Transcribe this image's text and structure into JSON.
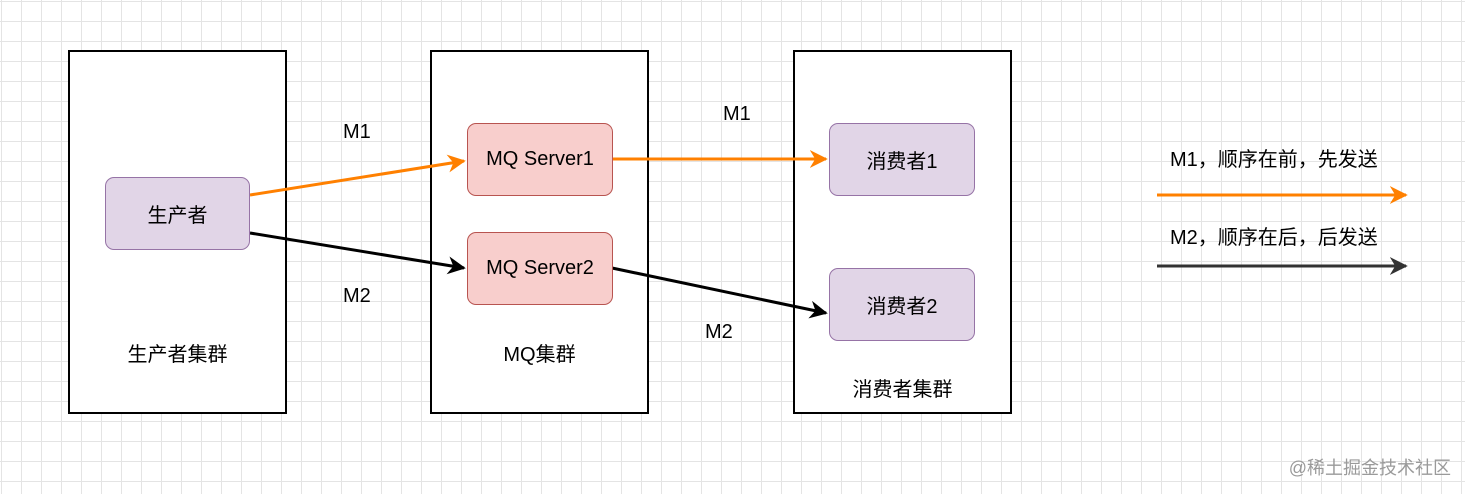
{
  "clusters": {
    "producer": {
      "label": "生产者集群"
    },
    "mq": {
      "label": "MQ集群"
    },
    "consumer": {
      "label": "消费者集群"
    }
  },
  "nodes": {
    "producer": "生产者",
    "mq_server1": "MQ Server1",
    "mq_server2": "MQ Server2",
    "consumer1": "消费者1",
    "consumer2": "消费者2"
  },
  "edge_labels": {
    "m1_to_server": "M1",
    "m2_to_server": "M2",
    "m1_to_consumer": "M1",
    "m2_to_consumer": "M2"
  },
  "legend": {
    "m1": {
      "text": "M1，顺序在前，先发送",
      "color": "#ff8000"
    },
    "m2": {
      "text": "M2，顺序在后，后发送",
      "color": "#333333"
    }
  },
  "colors": {
    "m1_arrow": "#ff8000",
    "m2_arrow": "#000000",
    "node_purple_fill": "#e1d5e7",
    "node_red_fill": "#f8cecc"
  },
  "watermark": "@稀土掘金技术社区"
}
